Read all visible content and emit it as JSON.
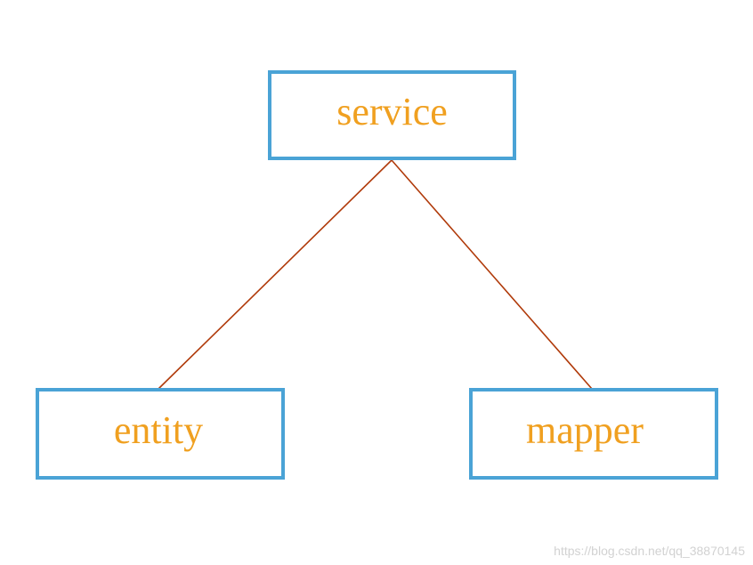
{
  "nodes": {
    "service": {
      "label": "service"
    },
    "entity": {
      "label": "entity"
    },
    "mapper": {
      "label": "mapper"
    }
  },
  "edges": [
    {
      "from": "service",
      "to": "entity"
    },
    {
      "from": "service",
      "to": "mapper"
    }
  ],
  "watermark": "https://blog.csdn.net/qq_38870145",
  "colors": {
    "border": "#4aa3d6",
    "label": "#f0a020",
    "connector": "#b03a0a"
  }
}
